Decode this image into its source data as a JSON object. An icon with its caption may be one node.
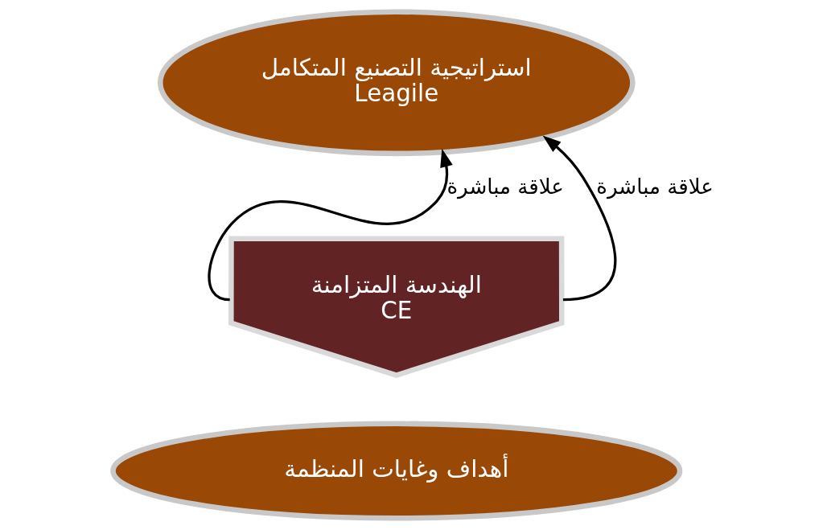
{
  "diagram": {
    "nodes": [
      {
        "text": [
          "استراتيجية التصنيع المتكامل",
          "Leagile"
        ]
      },
      {
        "text": [
          "الهندسة المتزامنة",
          "CE"
        ]
      },
      {
        "text": [
          "أهداف وغايات المنظمة"
        ]
      }
    ],
    "edges": [
      {
        "from": 1,
        "to": 0,
        "arrow": "to",
        "label": "علاقة مباشرة"
      },
      {
        "from": 1,
        "to": 0,
        "arrow": "to",
        "label": "علاقة مباشرة"
      }
    ]
  }
}
